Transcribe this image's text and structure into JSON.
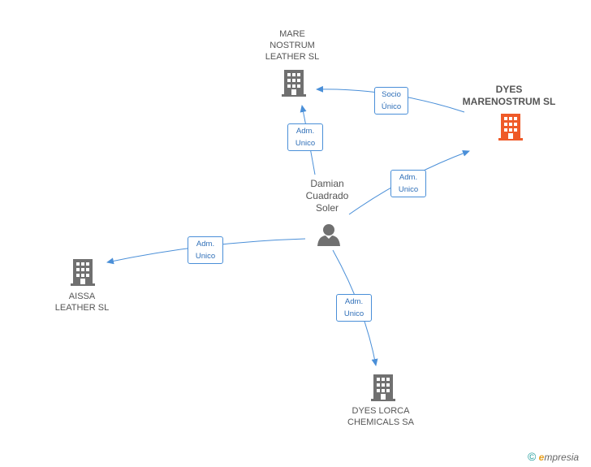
{
  "colors": {
    "accent": "#ef5a28",
    "edge": "#4a8fd8",
    "node": "#707070",
    "text": "#555555"
  },
  "nodes": {
    "mare": {
      "label": "MARE\nNOSTRUM\nLEATHER SL",
      "icon": "building-icon"
    },
    "dyes_mare": {
      "label": "DYES\nMARENOSTRUM SL",
      "icon": "building-icon"
    },
    "person": {
      "label": "Damian\nCuadrado\nSoler",
      "icon": "person-icon"
    },
    "aissa": {
      "label": "AISSA\nLEATHER  SL",
      "icon": "building-icon"
    },
    "lorca": {
      "label": "DYES LORCA\nCHEMICALS SA",
      "icon": "building-icon"
    }
  },
  "edges": {
    "socio": {
      "line1": "Socio",
      "line2": "Único"
    },
    "adm_mare": {
      "line1": "Adm.",
      "line2": "Unico"
    },
    "adm_dyes": {
      "line1": "Adm.",
      "line2": "Unico"
    },
    "adm_aissa": {
      "line1": "Adm.",
      "line2": "Unico"
    },
    "adm_lorca": {
      "line1": "Adm.",
      "line2": "Unico"
    }
  },
  "brand": {
    "copyright": "©",
    "e": "e",
    "rest": "mpresia"
  }
}
